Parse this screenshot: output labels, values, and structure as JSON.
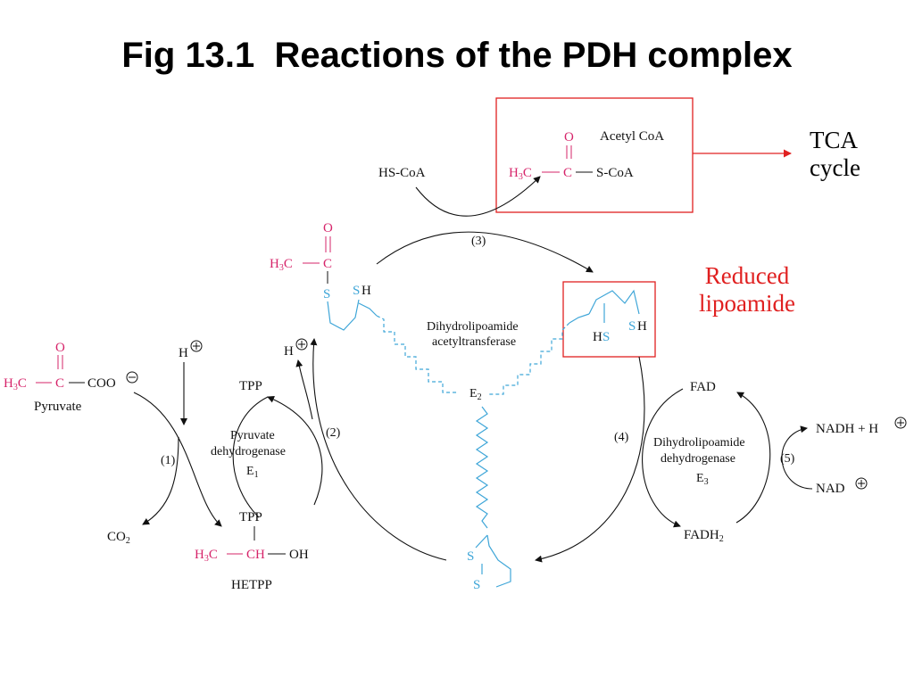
{
  "title": "Fig 13.1  Reactions of the PDH complex",
  "colors": {
    "magenta": "#d6246a",
    "blue": "#3fa6d8",
    "red": "#e02020",
    "black": "#111111"
  },
  "callouts": {
    "tca_line1": "TCA",
    "tca_line2": "cycle",
    "reduced_line1": "Reduced",
    "reduced_line2": "lipoamide"
  },
  "labels": {
    "acetyl_coa": "Acetyl CoA",
    "hs_coa": "HS-CoA",
    "step1": "(1)",
    "step2": "(2)",
    "step3": "(3)",
    "step4": "(4)",
    "step5": "(5)",
    "h_plus": "H",
    "tpp_top": "TPP",
    "tpp_bottom": "TPP",
    "hetpp": "HETPP",
    "pyruvate": "Pyruvate",
    "co2": "CO",
    "co2_sub": "2",
    "fad": "FAD",
    "fadh2": "FADH",
    "fadh2_sub": "2",
    "nadh": "NADH + H",
    "nad": "NAD"
  },
  "enzymes": {
    "e1_line1": "Pyruvate",
    "e1_line2": "dehydrogenase",
    "e1_name": "E",
    "e1_sub": "1",
    "e2_line1": "Dihydrolipoamide",
    "e2_line2": "acetyltransferase",
    "e2_name": "E",
    "e2_sub": "2",
    "e3_line1": "Dihydrolipoamide",
    "e3_line2": "dehydrogenase",
    "e3_name": "E",
    "e3_sub": "3"
  },
  "atoms": {
    "O": "O",
    "C": "C",
    "S": "S",
    "H": "H",
    "H3C": "H",
    "sub3": "3",
    "coo": "COO",
    "ch": "CH",
    "oh": "OH",
    "s_coa": "S-CoA",
    "sh": "SH",
    "hs": "HS"
  }
}
